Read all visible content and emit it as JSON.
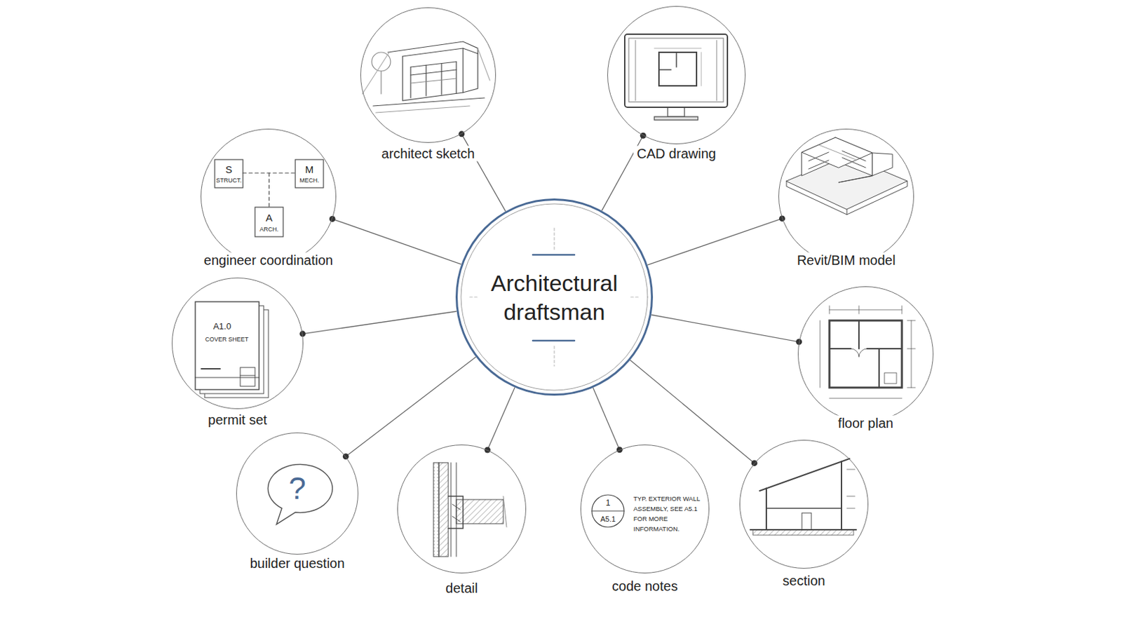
{
  "diagram": {
    "nodes": [
      {
        "text": [
          "Architectural draftsman"
        ]
      },
      {
        "text": [
          "architect sketch"
        ]
      },
      {
        "text": [
          "CAD drawing"
        ]
      },
      {
        "text": [
          "engineer coordination"
        ]
      },
      {
        "text": [
          "Revit/BIM model"
        ]
      },
      {
        "text": [
          "permit set"
        ]
      },
      {
        "text": [
          "floor plan"
        ]
      },
      {
        "text": [
          "builder question"
        ]
      },
      {
        "text": [
          "detail"
        ]
      },
      {
        "text": [
          "code notes"
        ]
      },
      {
        "text": [
          "section"
        ]
      }
    ],
    "edges": [
      {
        "from": 0,
        "to": 1,
        "arrow": "none"
      },
      {
        "from": 0,
        "to": 2,
        "arrow": "none"
      },
      {
        "from": 0,
        "to": 3,
        "arrow": "none"
      },
      {
        "from": 0,
        "to": 4,
        "arrow": "none"
      },
      {
        "from": 0,
        "to": 5,
        "arrow": "none"
      },
      {
        "from": 0,
        "to": 6,
        "arrow": "none"
      },
      {
        "from": 0,
        "to": 7,
        "arrow": "none"
      },
      {
        "from": 0,
        "to": 8,
        "arrow": "none"
      },
      {
        "from": 0,
        "to": 9,
        "arrow": "none"
      },
      {
        "from": 0,
        "to": 10,
        "arrow": "none"
      }
    ],
    "labels": [
      "S",
      "STRUCT.",
      "M",
      "MECH.",
      "A",
      "ARCH.",
      "A1.0",
      "COVER SHEET",
      "?",
      "1",
      "A5.1",
      "TYP. EXTERIOR WALL ASSEMBLY, SEE A5.1 FOR MORE INFORMATION."
    ]
  }
}
